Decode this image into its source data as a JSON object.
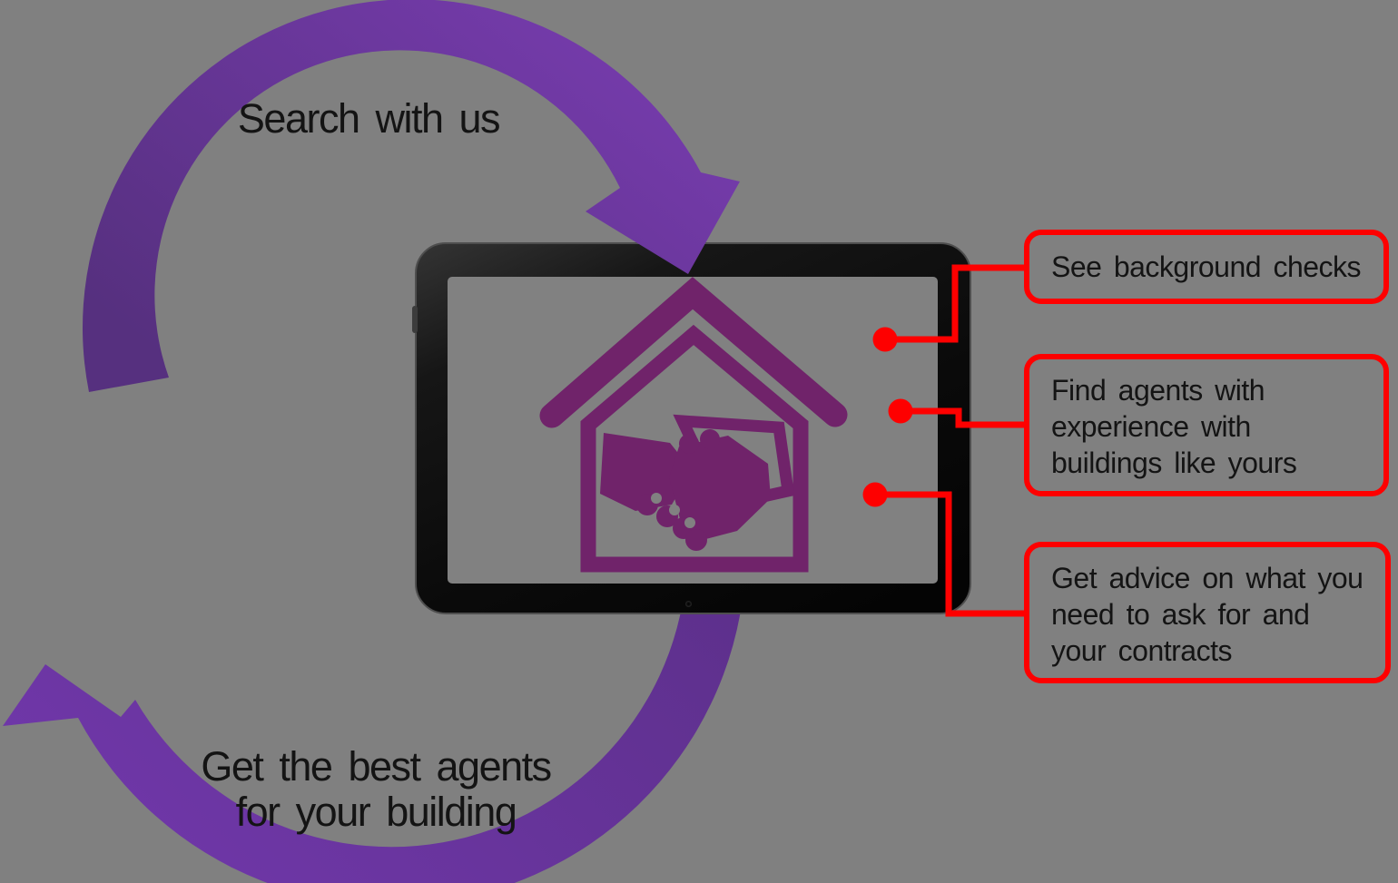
{
  "diagram": {
    "description": "Cycle diagram: search with us on tablet, get the best agents",
    "cycle_labels": {
      "search": "Search with us",
      "result_line1": "Get the best agents",
      "result_line2": "for your building"
    },
    "callouts": [
      {
        "id": "background-checks",
        "lines": [
          "See background checks",
          "",
          ""
        ]
      },
      {
        "id": "experienced-agents",
        "lines": [
          "Find agents with",
          "experience with",
          "buildings like yours"
        ]
      },
      {
        "id": "advice",
        "lines": [
          "Get advice on what you",
          "need to ask for and",
          "your contracts"
        ]
      }
    ],
    "device": {
      "type": "tablet",
      "screen_icon": "house-handshake-icon"
    }
  },
  "colors": {
    "background": "#808080",
    "text": "#141414",
    "callout_border": "#fe0000",
    "connector": "#fe0000",
    "arrow_top_start": "#56307f",
    "arrow_top_end": "#7b3db4",
    "arrow_bottom_start": "#5b2f88",
    "arrow_bottom_end": "#6f37a8",
    "icon_purple": "#70236a",
    "tablet_frame": "#161616"
  }
}
